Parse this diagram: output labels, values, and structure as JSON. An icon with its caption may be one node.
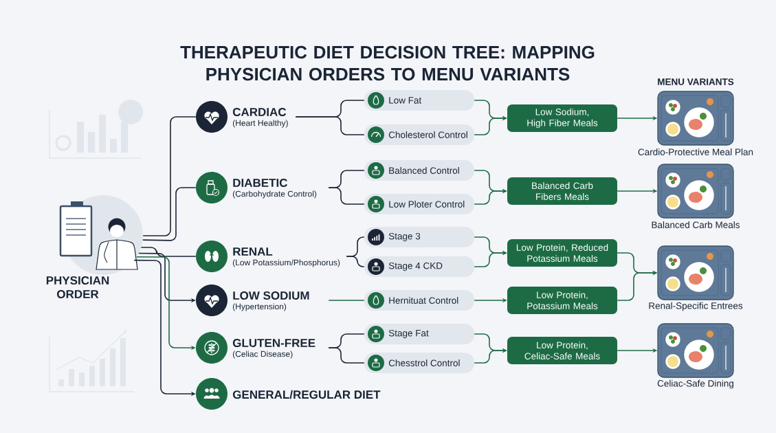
{
  "diagram": {
    "title": "THERAPEUTIC DIET DECISION TREE: MAPPING PHYSICIAN ORDERS TO MENU VARIANTS",
    "nodes": [
      {
        "text": [
          "PHYSICIAN ORDER"
        ]
      },
      {
        "text": [
          "CARDIAC",
          "(Heart Healthy)"
        ]
      },
      {
        "text": [
          "DIABETIC",
          "(Carbohydrate Control)"
        ]
      },
      {
        "text": [
          "RENAL",
          "(Low Potassium/Phosphorus)"
        ]
      },
      {
        "text": [
          "LOW SODIUM",
          "(Hypertension)"
        ]
      },
      {
        "text": [
          "GLUTEN-FREE",
          "(Celiac Disease)"
        ]
      },
      {
        "text": [
          "GENERAL/REGULAR DIET"
        ]
      },
      {
        "text": [
          "Low Fat"
        ]
      },
      {
        "text": [
          "Cholesterol Control"
        ]
      },
      {
        "text": [
          "Balanced Control"
        ]
      },
      {
        "text": [
          "Low Ploter Control"
        ]
      },
      {
        "text": [
          "Stage 3"
        ]
      },
      {
        "text": [
          "Stage 4 CKD"
        ]
      },
      {
        "text": [
          "Hernituat Control"
        ]
      },
      {
        "text": [
          "Stage Fat"
        ]
      },
      {
        "text": [
          "Chesstrol Control"
        ]
      },
      {
        "text": [
          "Low Sodium, High Fiber Meals"
        ]
      },
      {
        "text": [
          "Balanced Carb Fibers Meals"
        ]
      },
      {
        "text": [
          "Low Protein, Reduced Potassium Meals"
        ]
      },
      {
        "text": [
          "Low Protein, Potassium Meals"
        ]
      },
      {
        "text": [
          "Low Protein, Celiac-Safe Meals"
        ]
      },
      {
        "text": [
          "Cardio-Protective Meal Plan"
        ]
      },
      {
        "text": [
          "Balanced Carb Meals"
        ]
      },
      {
        "text": [
          "Renal-Specific Entrees"
        ]
      },
      {
        "text": [
          "Celiac-Safe Dining"
        ]
      }
    ],
    "edges": [
      {
        "from": 0,
        "to": 1,
        "arrow": "none",
        "color": "#1b2536"
      },
      {
        "from": 0,
        "to": 2,
        "arrow": "none",
        "color": "#1b2536"
      },
      {
        "from": 0,
        "to": 3,
        "arrow": "none",
        "color": "#1b2536"
      },
      {
        "from": 0,
        "to": 4,
        "arrow": "to",
        "color": "#1b2536"
      },
      {
        "from": 0,
        "to": 5,
        "arrow": "to"
      },
      {
        "from": 0,
        "to": 6,
        "arrow": "to",
        "color": "#1b2536"
      },
      {
        "from": 1,
        "to": 7,
        "arrow": "none",
        "color": "#1b2536"
      },
      {
        "from": 1,
        "to": 8,
        "arrow": "none",
        "color": "#1b2536"
      },
      {
        "from": 2,
        "to": 9,
        "arrow": "none",
        "color": "#1b2536"
      },
      {
        "from": 2,
        "to": 10,
        "arrow": "none",
        "color": "#1b2536"
      },
      {
        "from": 3,
        "to": 11,
        "arrow": "none",
        "color": "#1b2536"
      },
      {
        "from": 3,
        "to": 12,
        "arrow": "none",
        "color": "#1b2536"
      },
      {
        "from": 4,
        "to": 13,
        "arrow": "none"
      },
      {
        "from": 5,
        "to": 14,
        "arrow": "none",
        "color": "#1b2536"
      },
      {
        "from": 5,
        "to": 15,
        "arrow": "none",
        "color": "#1b2536"
      },
      {
        "from": 7,
        "to": 16,
        "arrow": "to"
      },
      {
        "from": 8,
        "to": 16,
        "arrow": "to"
      },
      {
        "from": 9,
        "to": 17,
        "arrow": "to"
      },
      {
        "from": 10,
        "to": 17,
        "arrow": "to"
      },
      {
        "from": 11,
        "to": 18,
        "arrow": "to"
      },
      {
        "from": 12,
        "to": 18,
        "arrow": "to"
      },
      {
        "from": 13,
        "to": 19,
        "arrow": "to"
      },
      {
        "from": 14,
        "to": 20,
        "arrow": "to"
      },
      {
        "from": 15,
        "to": 20,
        "arrow": "to"
      },
      {
        "from": 16,
        "to": 21,
        "arrow": "to"
      },
      {
        "from": 17,
        "to": 22,
        "arrow": "to"
      },
      {
        "from": 18,
        "to": 23,
        "arrow": "to"
      },
      {
        "from": 19,
        "to": 23,
        "arrow": "to"
      },
      {
        "from": 20,
        "to": 24,
        "arrow": "to"
      }
    ],
    "labels": [
      "MENU VARIANTS"
    ]
  }
}
